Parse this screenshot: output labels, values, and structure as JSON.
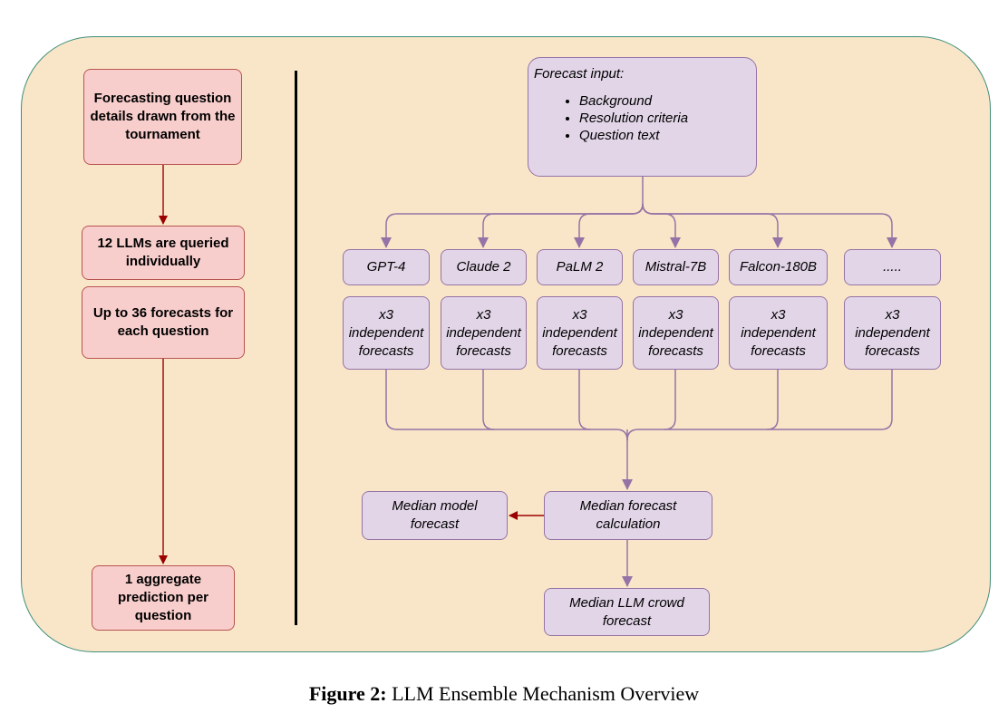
{
  "left_flow": {
    "step1": "Forecasting question details drawn from the tournament",
    "step2": "12 LLMs are queried individually",
    "step3": "Up to 36 forecasts for each question",
    "step4": "1 aggregate prediction per question"
  },
  "forecast_input": {
    "title": "Forecast input:",
    "items": [
      "Background",
      "Resolution criteria",
      "Question text"
    ]
  },
  "models": [
    "GPT-4",
    "Claude 2",
    "PaLM 2",
    "Mistral-7B",
    "Falcon-180B",
    "....."
  ],
  "forecast_box": {
    "line1": "x3",
    "line2": "independent",
    "line3": "forecasts"
  },
  "median_calc": "Median forecast calculation",
  "median_model": "Median model forecast",
  "median_crowd": "Median LLM crowd forecast",
  "caption": {
    "label": "Figure 2:",
    "text": "LLM Ensemble Mechanism Overview"
  },
  "colors": {
    "panel_fill": "#f9e6c8",
    "panel_border": "#3f8f7a",
    "red_fill": "#f8cecc",
    "red_border": "#b85450",
    "purple_fill": "#e1d5e7",
    "purple_border": "#9673a6"
  }
}
